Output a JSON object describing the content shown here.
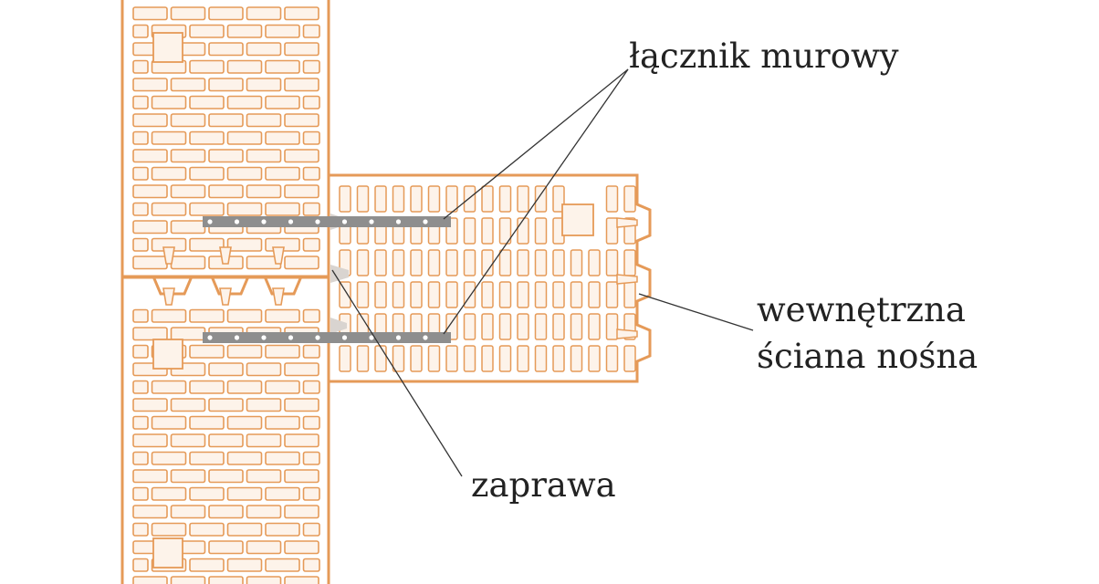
{
  "labels": {
    "connector": "łącznik murowy",
    "inner_wall_line1": "wewnętrzna",
    "inner_wall_line2": "ściana nośna",
    "mortar": "zaprawa"
  },
  "colors": {
    "block_outline": "#e59a58",
    "block_fill": "#fdf3ea",
    "connector_fill": "#8e8e8e",
    "mortar_fill": "#d9d4d0",
    "leader_line": "#333333",
    "text": "#222222"
  }
}
